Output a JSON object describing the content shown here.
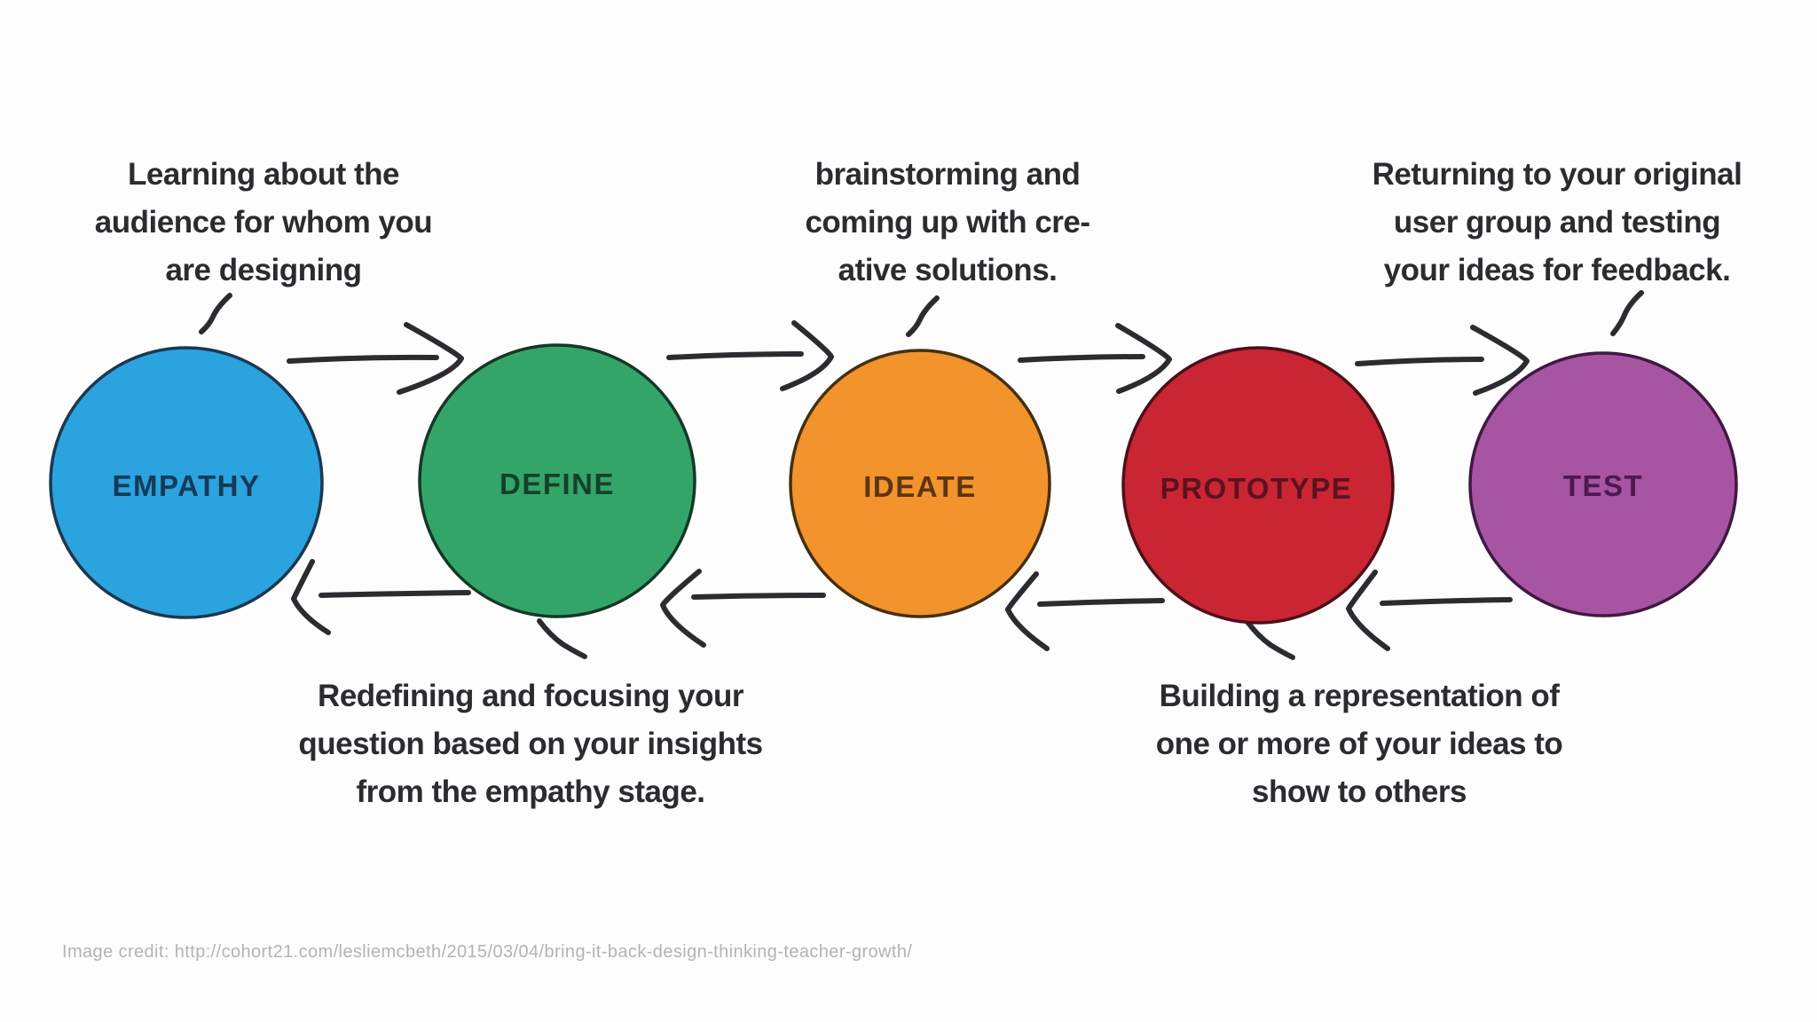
{
  "page": {
    "background_color": "#fdfdfd",
    "credit_text": "Image credit: http://cohort21.com/lesliemcbeth/2015/03/04/bring-it-back-design-thinking-teacher-growth/"
  },
  "diagram": {
    "type": "flow-diagram",
    "arrow_color": "#2b2b30",
    "note_text_color": "#2b2b30",
    "stages": [
      {
        "label": "EMPATHY",
        "fill": "#2aa3de",
        "outline": "#1b3850",
        "label_color": "#163a55",
        "note": "Learning about the audience for whom you are designing",
        "note_lines": [
          "Learning about the",
          "audience for whom you",
          "are designing"
        ],
        "note_position": "above"
      },
      {
        "label": "DEFINE",
        "fill": "#34a569",
        "outline": "#143826",
        "label_color": "#134229",
        "note": "Redefining and focusing your question based on your insights from the empathy stage.",
        "note_lines": [
          "Redefining and focusing your",
          "question based on your insights",
          "from the empathy stage."
        ],
        "note_position": "below"
      },
      {
        "label": "IDEATE",
        "fill": "#f2932c",
        "outline": "#44300f",
        "label_color": "#5c3512",
        "note": "brainstorming and coming up with creative solutions.",
        "note_lines": [
          "brainstorming and",
          "coming up with cre-",
          "ative solutions."
        ],
        "note_position": "above"
      },
      {
        "label": "PROTOTYPE",
        "fill": "#c92532",
        "outline": "#4d1019",
        "label_color": "#5c1220",
        "note": "Building a representation of one or more of your ideas to show to others",
        "note_lines": [
          "Building a representation of",
          "one or more of your ideas to",
          "show to others"
        ],
        "note_position": "below"
      },
      {
        "label": "TEST",
        "fill": "#a754a3",
        "outline": "#3f1843",
        "label_color": "#4c1850",
        "note": "Returning to your original user group and testing your ideas for feedback.",
        "note_lines": [
          "Returning to your original",
          "user group and testing",
          "your ideas for feedback."
        ],
        "note_position": "above"
      }
    ]
  }
}
